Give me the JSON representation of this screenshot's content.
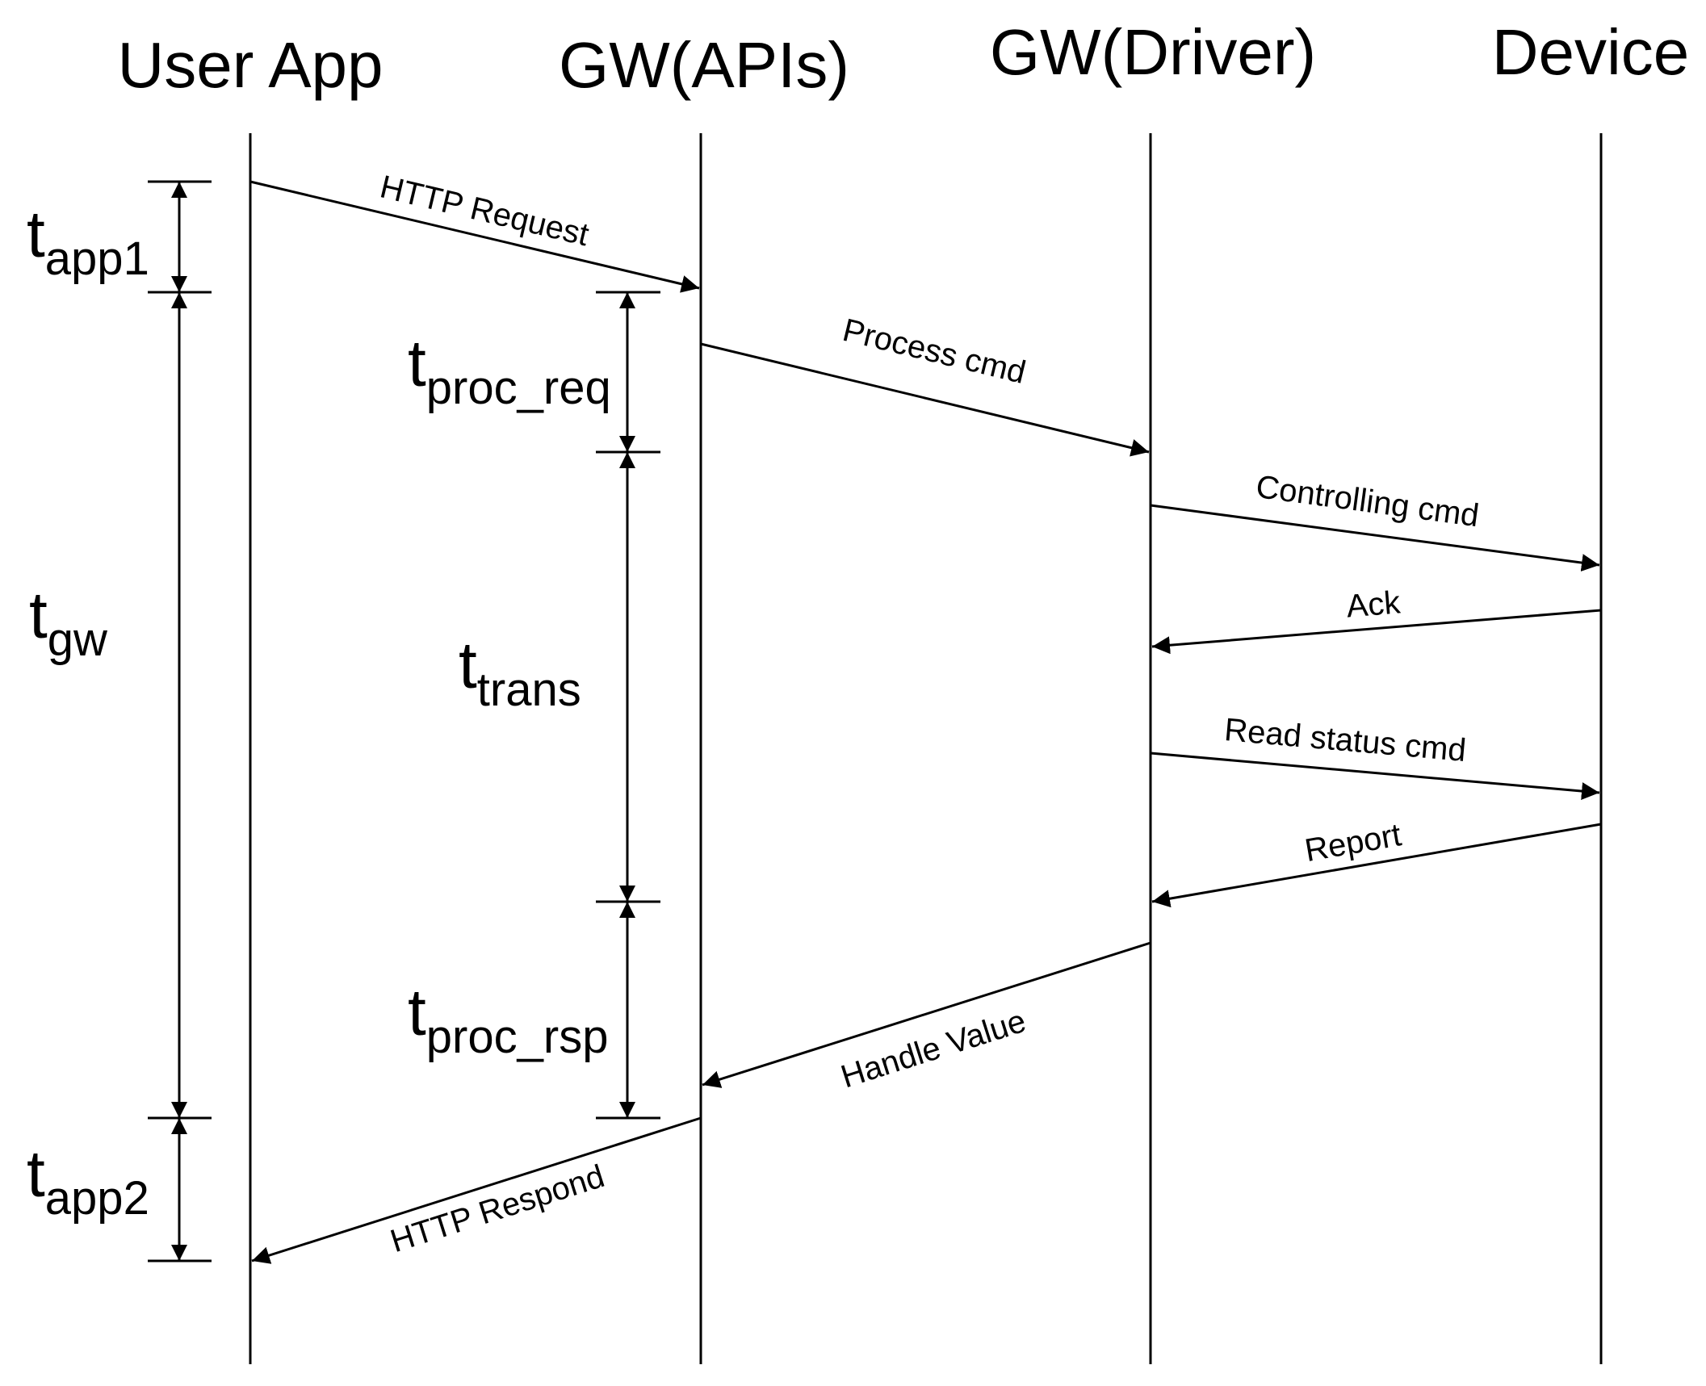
{
  "participants": [
    {
      "label": "User App"
    },
    {
      "label": "GW(APIs)"
    },
    {
      "label": "GW(Driver)"
    },
    {
      "label": "Device"
    }
  ],
  "messages": [
    {
      "label": "HTTP Request",
      "from": "User App",
      "to": "GW(APIs)"
    },
    {
      "label": "Process cmd",
      "from": "GW(APIs)",
      "to": "GW(Driver)"
    },
    {
      "label": "Controlling cmd",
      "from": "GW(Driver)",
      "to": "Device"
    },
    {
      "label": "Ack",
      "from": "Device",
      "to": "GW(Driver)"
    },
    {
      "label": "Read status cmd",
      "from": "GW(Driver)",
      "to": "Device"
    },
    {
      "label": "Report",
      "from": "Device",
      "to": "GW(Driver)"
    },
    {
      "label": "Handle Value",
      "from": "GW(Driver)",
      "to": "GW(APIs)"
    },
    {
      "label": "HTTP Respond",
      "from": "GW(APIs)",
      "to": "User App"
    }
  ],
  "intervals": {
    "t_app1": {
      "main": "t",
      "sub": "app1"
    },
    "t_gw": {
      "main": "t",
      "sub": "gw"
    },
    "t_app2": {
      "main": "t",
      "sub": "app2"
    },
    "t_proc_req": {
      "main": "t",
      "sub": "proc_req"
    },
    "t_trans": {
      "main": "t",
      "sub": "trans"
    },
    "t_proc_rsp": {
      "main": "t",
      "sub": "proc_rsp"
    }
  },
  "colors": {
    "line": "#000000",
    "background": "#ffffff"
  }
}
